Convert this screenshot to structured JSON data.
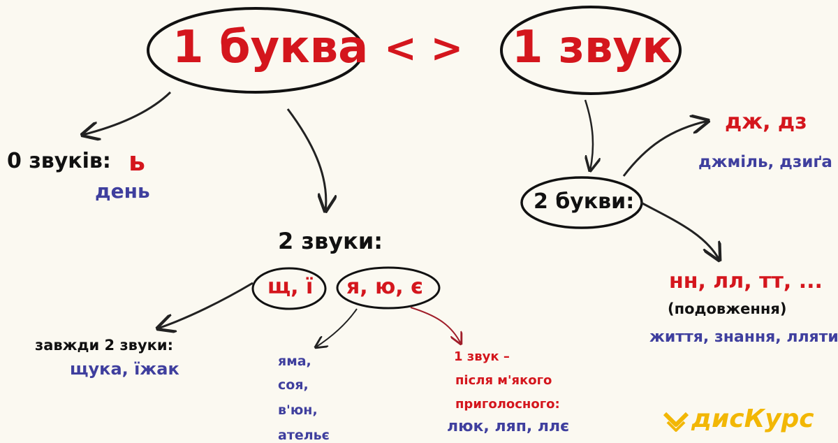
{
  "header": {
    "left_oval": "1 буква",
    "relation": "< >",
    "right_oval": "1 звук"
  },
  "zero_sounds": {
    "label": "0 звуків:",
    "letter": "ь",
    "example": "день"
  },
  "two_sounds": {
    "label": "2 звуки:",
    "oval_a": "щ, ї",
    "oval_b": "я, ю, є",
    "always_label": "завжди 2 звуки:",
    "always_examples": "щука, їжак",
    "examples": [
      "яма,",
      "соя,",
      "в'юн,",
      "ательє"
    ],
    "one_sound_note": [
      "1 звук –",
      "після м'якого",
      "приголосного:"
    ],
    "one_sound_examples": "люк, ляп, ллє"
  },
  "two_letters": {
    "label": "2 букви:",
    "digraphs": "дж, дз",
    "digraph_examples": "джміль, дзиґа",
    "doubled": "нн, лл, тт, ...",
    "doubled_note": "(подовження)",
    "doubled_examples": "життя, знання, лляти"
  },
  "logo": {
    "text": "дисКурс",
    "color": "#f2b705"
  },
  "colors": {
    "accent_red": "#d4161d",
    "example_blue": "#3f3f9e",
    "ink": "#111111"
  }
}
